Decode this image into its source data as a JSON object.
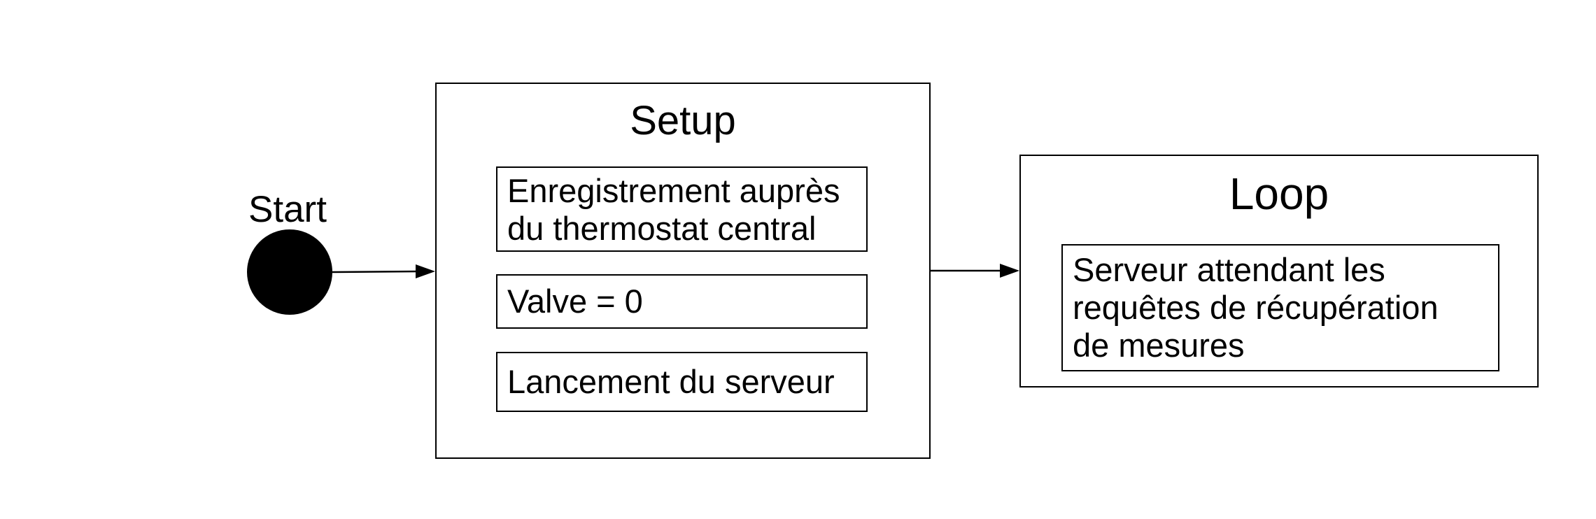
{
  "start": {
    "label": "Start"
  },
  "setup": {
    "title": "Setup",
    "steps": [
      "Enregistrement auprès\ndu thermostat central",
      "Valve = 0",
      "Lancement du serveur"
    ]
  },
  "loop": {
    "title": "Loop",
    "steps": [
      "Serveur attendant les\nrequêtes de récupération\nde mesures"
    ]
  },
  "colors": {
    "stroke": "#000000",
    "fill": "#000000",
    "background": "#ffffff"
  }
}
